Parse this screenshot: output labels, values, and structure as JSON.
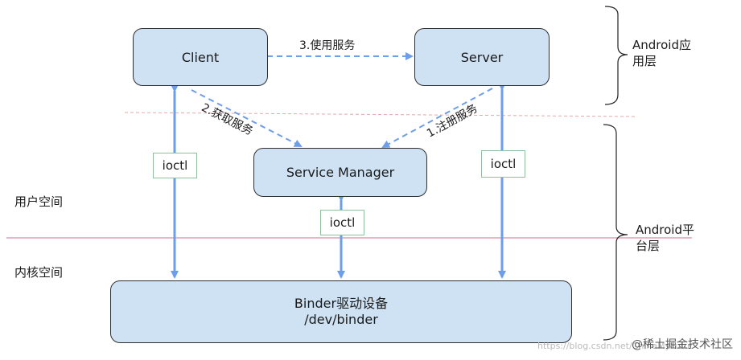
{
  "nodes": {
    "client": "Client",
    "server": "Server",
    "service_manager": "Service Manager",
    "binder_line1": "Binder驱动设备",
    "binder_line2": "/dev/binder"
  },
  "edges": {
    "use_service": "3.使用服务",
    "get_service": "2.获取服务",
    "register_service": "1.注册服务"
  },
  "ioctl": {
    "left": "ioctl",
    "middle": "ioctl",
    "right": "ioctl"
  },
  "regions": {
    "user_space": "用户空间",
    "kernel_space": "内核空间"
  },
  "layers": {
    "app_layer_line1": "Android应",
    "app_layer_line2": "用层",
    "platform_layer_line1": "Android平",
    "platform_layer_line2": "台层"
  },
  "watermark": {
    "text": "@稀土掘金技术社区",
    "url": "https://blog.csdn.net/ChinaMyFutur"
  },
  "colors": {
    "node_fill": "#cfe2f3",
    "arrow": "#6d9eeb",
    "divider_pink": "#e6b8c4"
  }
}
